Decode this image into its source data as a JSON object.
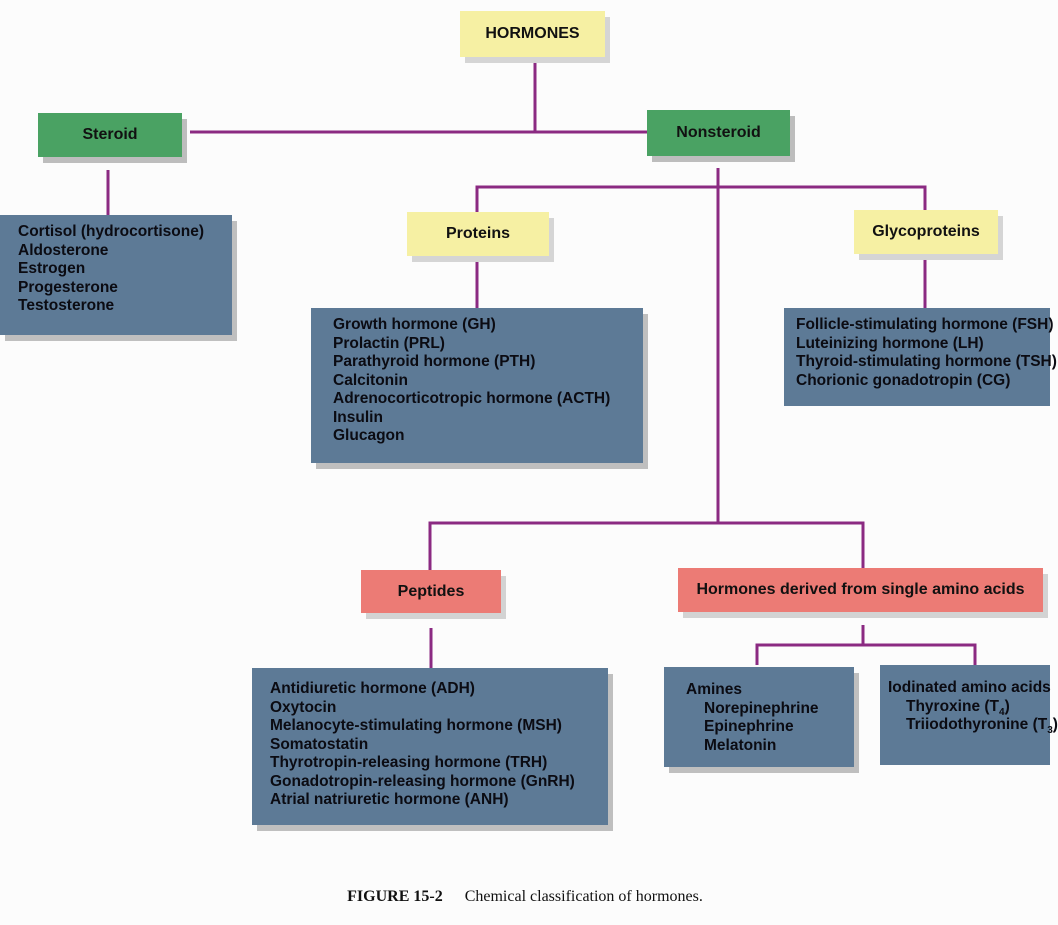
{
  "title": "HORMONES",
  "steroid": {
    "label": "Steroid",
    "items": [
      "Cortisol (hydrocortisone)",
      "Aldosterone",
      "Estrogen",
      "Progesterone",
      "Testosterone"
    ]
  },
  "nonsteroid": {
    "label": "Nonsteroid"
  },
  "proteins": {
    "label": "Proteins",
    "items": [
      "Growth hormone (GH)",
      "Prolactin (PRL)",
      "Parathyroid hormone (PTH)",
      "Calcitonin",
      "Adrenocorticotropic hormone (ACTH)",
      "Insulin",
      "Glucagon"
    ]
  },
  "glycoproteins": {
    "label": "Glycoproteins",
    "items": [
      "Follicle-stimulating hormone (FSH)",
      "Luteinizing hormone (LH)",
      "Thyroid-stimulating hormone (TSH)",
      "Chorionic gonadotropin (CG)"
    ]
  },
  "peptides": {
    "label": "Peptides",
    "items": [
      "Antidiuretic hormone (ADH)",
      "Oxytocin",
      "Melanocyte-stimulating hormone (MSH)",
      "Somatostatin",
      "Thyrotropin-releasing hormone (TRH)",
      "Gonadotropin-releasing hormone (GnRH)",
      "Atrial natriuretic hormone (ANH)"
    ]
  },
  "amino_derived": {
    "label": "Hormones derived from single amino acids"
  },
  "amines": {
    "heading": "Amines",
    "items": [
      "Norepinephrine",
      "Epinephrine",
      "Melatonin"
    ]
  },
  "iodinated": {
    "heading": "Iodinated amino acids",
    "items": [
      {
        "text": "Thyroxine (T",
        "sub": "4",
        "after": ")"
      },
      {
        "text": "Triiodothyronine (T",
        "sub": "3",
        "after": ")"
      }
    ]
  },
  "caption": {
    "label": "FIGURE 15-2",
    "text": "Chemical classification of hormones."
  },
  "colors": {
    "connector": "#8b2a82",
    "category_yellow": "#f6f0a3",
    "category_green": "#4aa263",
    "category_red": "#ec7b75",
    "list_box": "#5d7a96"
  }
}
